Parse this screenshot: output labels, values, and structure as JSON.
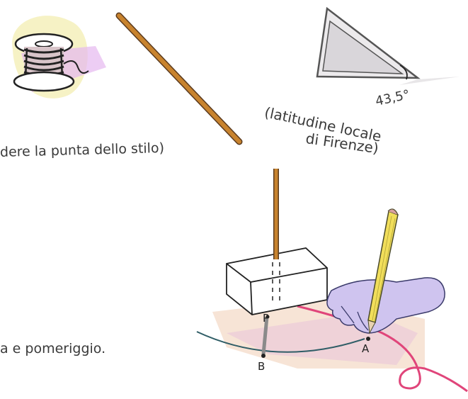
{
  "caption_top": "dere la punta dello stilo)",
  "latitude": {
    "angle": "43,5°",
    "line1": "(latitudine locale",
    "line2": "di Firenze)"
  },
  "caption_bottom": "a e pomeriggio.",
  "points": {
    "p": "P",
    "a": "A",
    "b": "B"
  },
  "colors": {
    "rod": "#c8832e",
    "thread_purple": "#d29be6",
    "pencil_yellow": "#f1de5a",
    "string_pink": "#e0457a",
    "arc": "#2f5d66",
    "glove": "#cfc4ef"
  }
}
